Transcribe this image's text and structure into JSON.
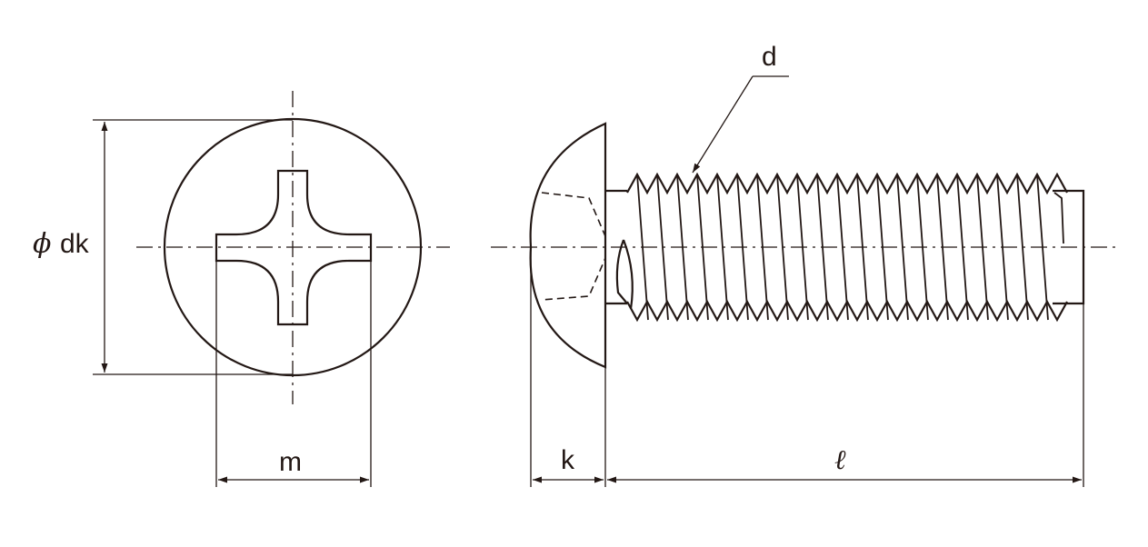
{
  "labels": {
    "head_diameter_symbol": "ϕ",
    "head_diameter": "dk",
    "recess_width": "m",
    "thread_diameter": "d",
    "head_height": "k",
    "length": "ℓ"
  },
  "colors": {
    "line": "#231815",
    "background": "#ffffff"
  },
  "views": [
    "top-view",
    "side-view"
  ]
}
